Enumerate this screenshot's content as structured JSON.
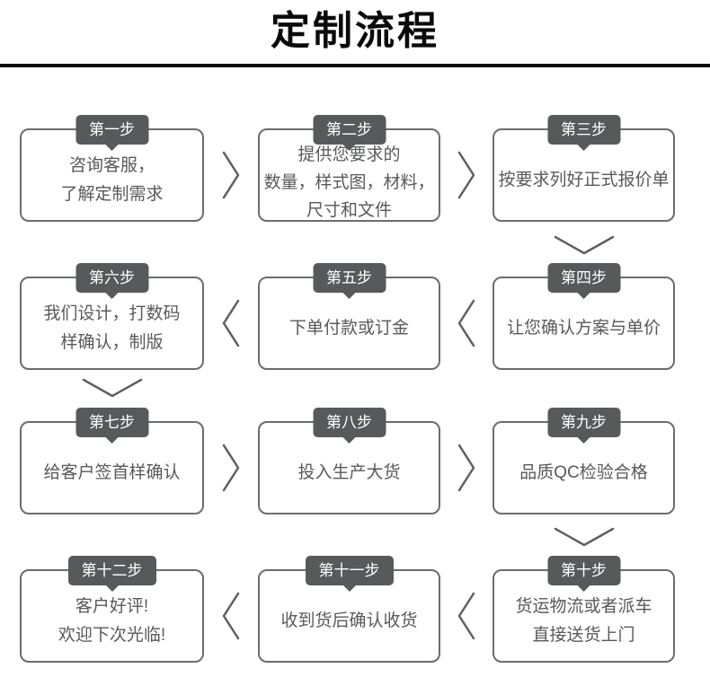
{
  "title": "定制流程",
  "colors": {
    "title": "#0a0a0a",
    "badge_background": "#58595b",
    "badge_text": "#ffffff",
    "card_border": "#6b6c6e",
    "card_text": "#58595b",
    "arrow": "#5f6062",
    "background": "#ffffff"
  },
  "steps": [
    {
      "label": "第一步",
      "text": "咨询客服，\n了解定制需求"
    },
    {
      "label": "第二步",
      "text": "提供您要求的\n数量，样式图，材料，\n尺寸和文件"
    },
    {
      "label": "第三步",
      "text": "按要求列好正式报价单"
    },
    {
      "label": "第四步",
      "text": "让您确认方案与单价"
    },
    {
      "label": "第五步",
      "text": "下单付款或订金"
    },
    {
      "label": "第六步",
      "text": "我们设计，打数码\n样确认，制版"
    },
    {
      "label": "第七步",
      "text": "给客户签首样确认"
    },
    {
      "label": "第八步",
      "text": "投入生产大货"
    },
    {
      "label": "第九步",
      "text": "品质QC检验合格"
    },
    {
      "label": "第十步",
      "text": "货运物流或者派车\n直接送货上门"
    },
    {
      "label": "第十一步",
      "text": "收到货后确认收货"
    },
    {
      "label": "第十二步",
      "text": "客户好评!\n欢迎下次光临!"
    }
  ]
}
